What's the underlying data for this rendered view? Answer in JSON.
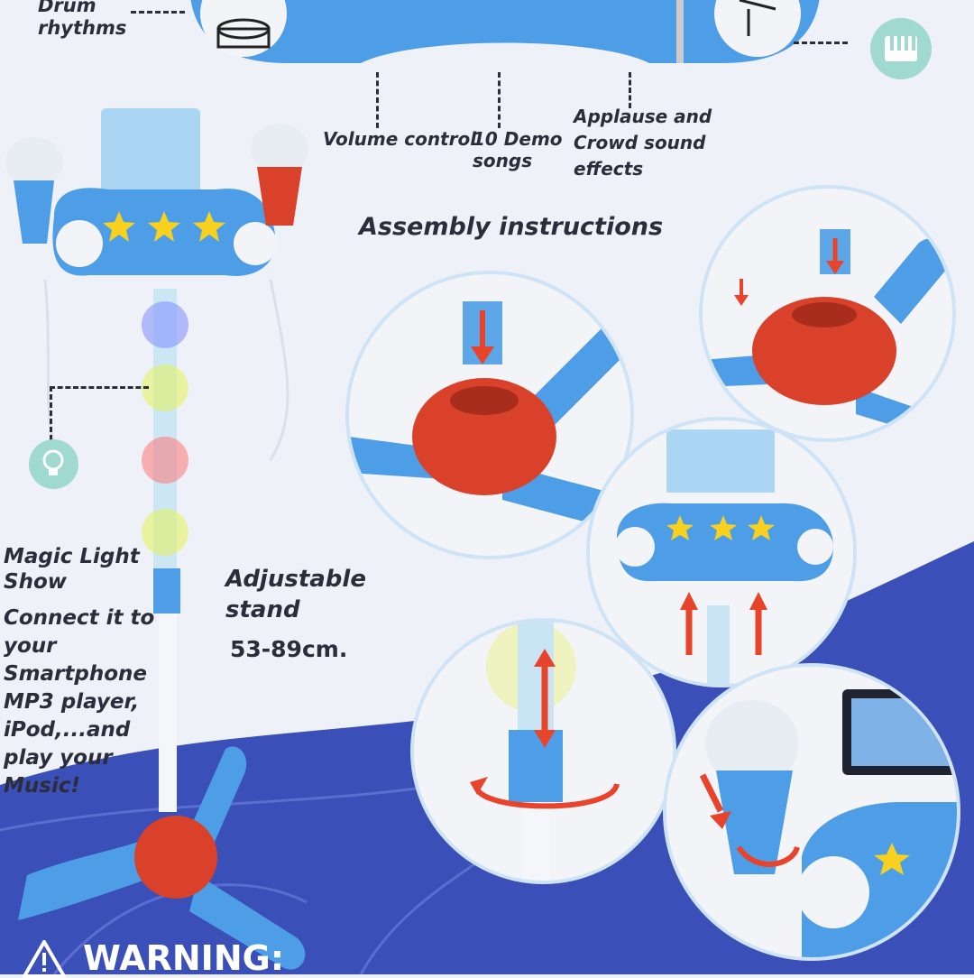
{
  "labels": {
    "drum_rhythms": "Drum rhythms",
    "volume_control": "Volume control",
    "demo_songs": "10 Demo songs",
    "applause": "Applause and Crowd sound effects",
    "assembly_instructions": "Assembly instructions",
    "magic_light": "Magic Light Show",
    "connect_it": "Connect it to your Smartphone MP3 player, iPod,...and play your Music!",
    "adjustable": "Adjustable stand",
    "height_range": "53-89cm.",
    "warning": "WARNING:"
  },
  "icons": {
    "piano": "piano-icon",
    "bulb": "lightbulb-icon",
    "warning": "warning-triangle-icon"
  },
  "colors": {
    "background": "#eef1f7",
    "blue_wave": "#3a4fb8",
    "toy_blue": "#4d9ee6",
    "toy_red": "#d9412b",
    "badge_teal": "#9fd9cf",
    "arrow_red": "#e8432b"
  }
}
